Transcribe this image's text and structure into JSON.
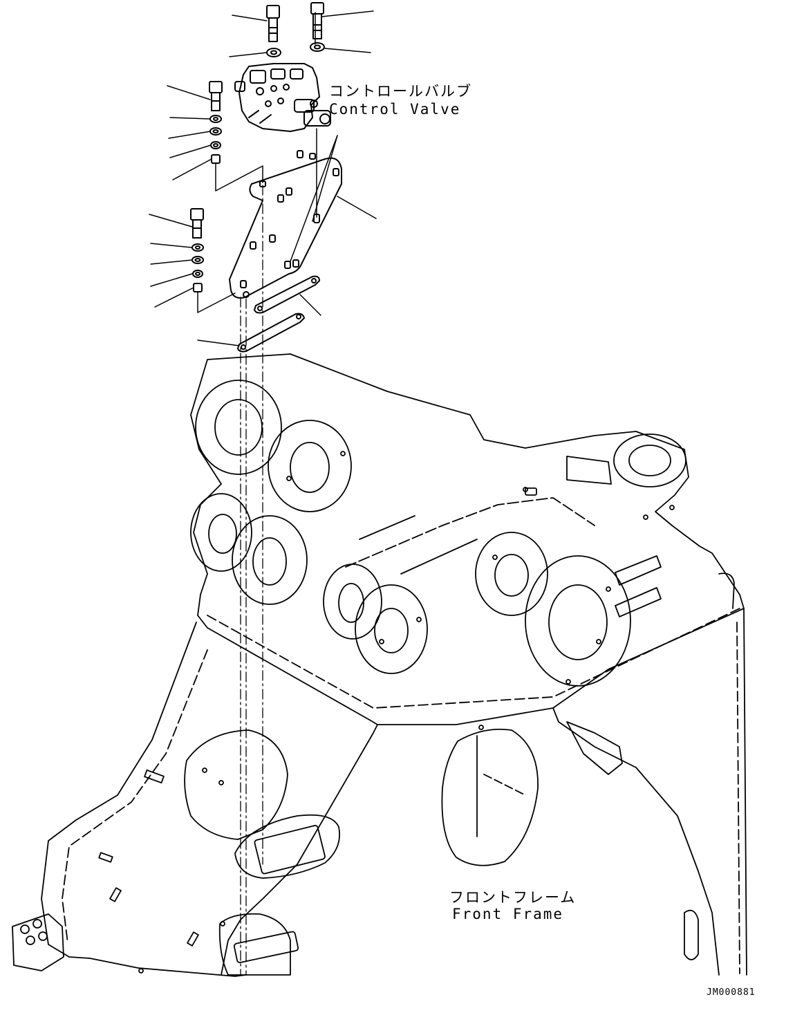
{
  "labels": {
    "control_valve_jp": "コントロールバルブ",
    "control_valve_en": "Control Valve",
    "front_frame_jp": "フロントフレーム",
    "front_frame_en": "Front Frame"
  },
  "document_id": "JM000881",
  "colors": {
    "line": "#000000",
    "background": "#ffffff"
  }
}
